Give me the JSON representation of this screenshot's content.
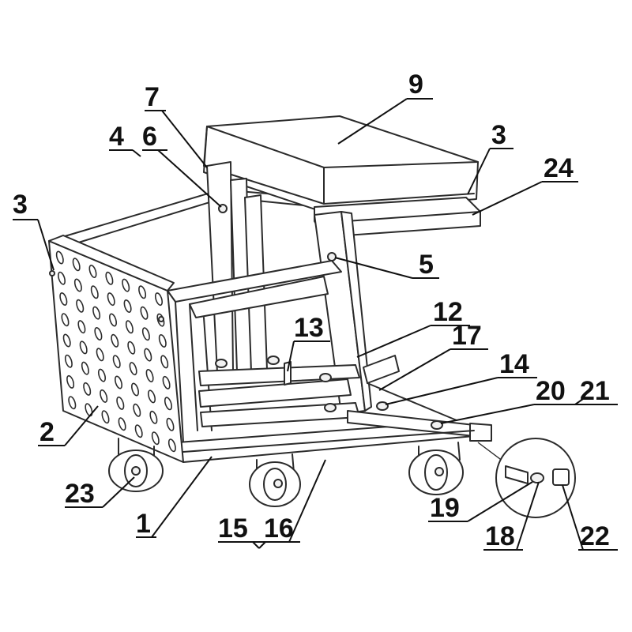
{
  "callouts": [
    {
      "id": "c1",
      "text": "1"
    },
    {
      "id": "c2",
      "text": "2"
    },
    {
      "id": "c3a",
      "text": "3"
    },
    {
      "id": "c3b",
      "text": "3"
    },
    {
      "id": "c4",
      "text": "4"
    },
    {
      "id": "c5",
      "text": "5"
    },
    {
      "id": "c6",
      "text": "6"
    },
    {
      "id": "c7",
      "text": "7"
    },
    {
      "id": "c9",
      "text": "9"
    },
    {
      "id": "c12",
      "text": "12"
    },
    {
      "id": "c13",
      "text": "13"
    },
    {
      "id": "c14",
      "text": "14"
    },
    {
      "id": "c15",
      "text": "15"
    },
    {
      "id": "c16",
      "text": "16"
    },
    {
      "id": "c17",
      "text": "17"
    },
    {
      "id": "c18",
      "text": "18"
    },
    {
      "id": "c19",
      "text": "19"
    },
    {
      "id": "c20",
      "text": "20"
    },
    {
      "id": "c21",
      "text": "21"
    },
    {
      "id": "c22",
      "text": "22"
    },
    {
      "id": "c23",
      "text": "23"
    },
    {
      "id": "c24",
      "text": "24"
    }
  ]
}
